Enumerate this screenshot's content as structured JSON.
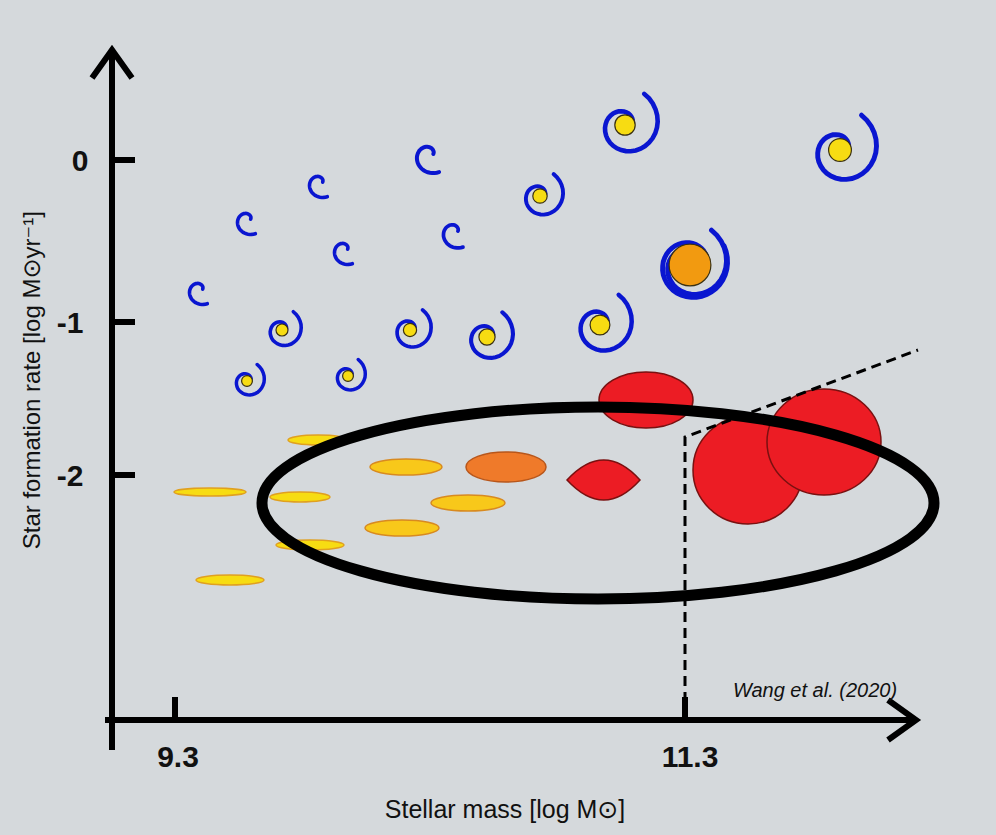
{
  "diagram": {
    "labels": [
      "0",
      "-1",
      "-2",
      "9.3",
      "11.3",
      "Wang et al. (2020)",
      "Stellar mass [log M⊙]",
      "Star formation rate [log M⊙yr⁻¹]"
    ]
  }
}
